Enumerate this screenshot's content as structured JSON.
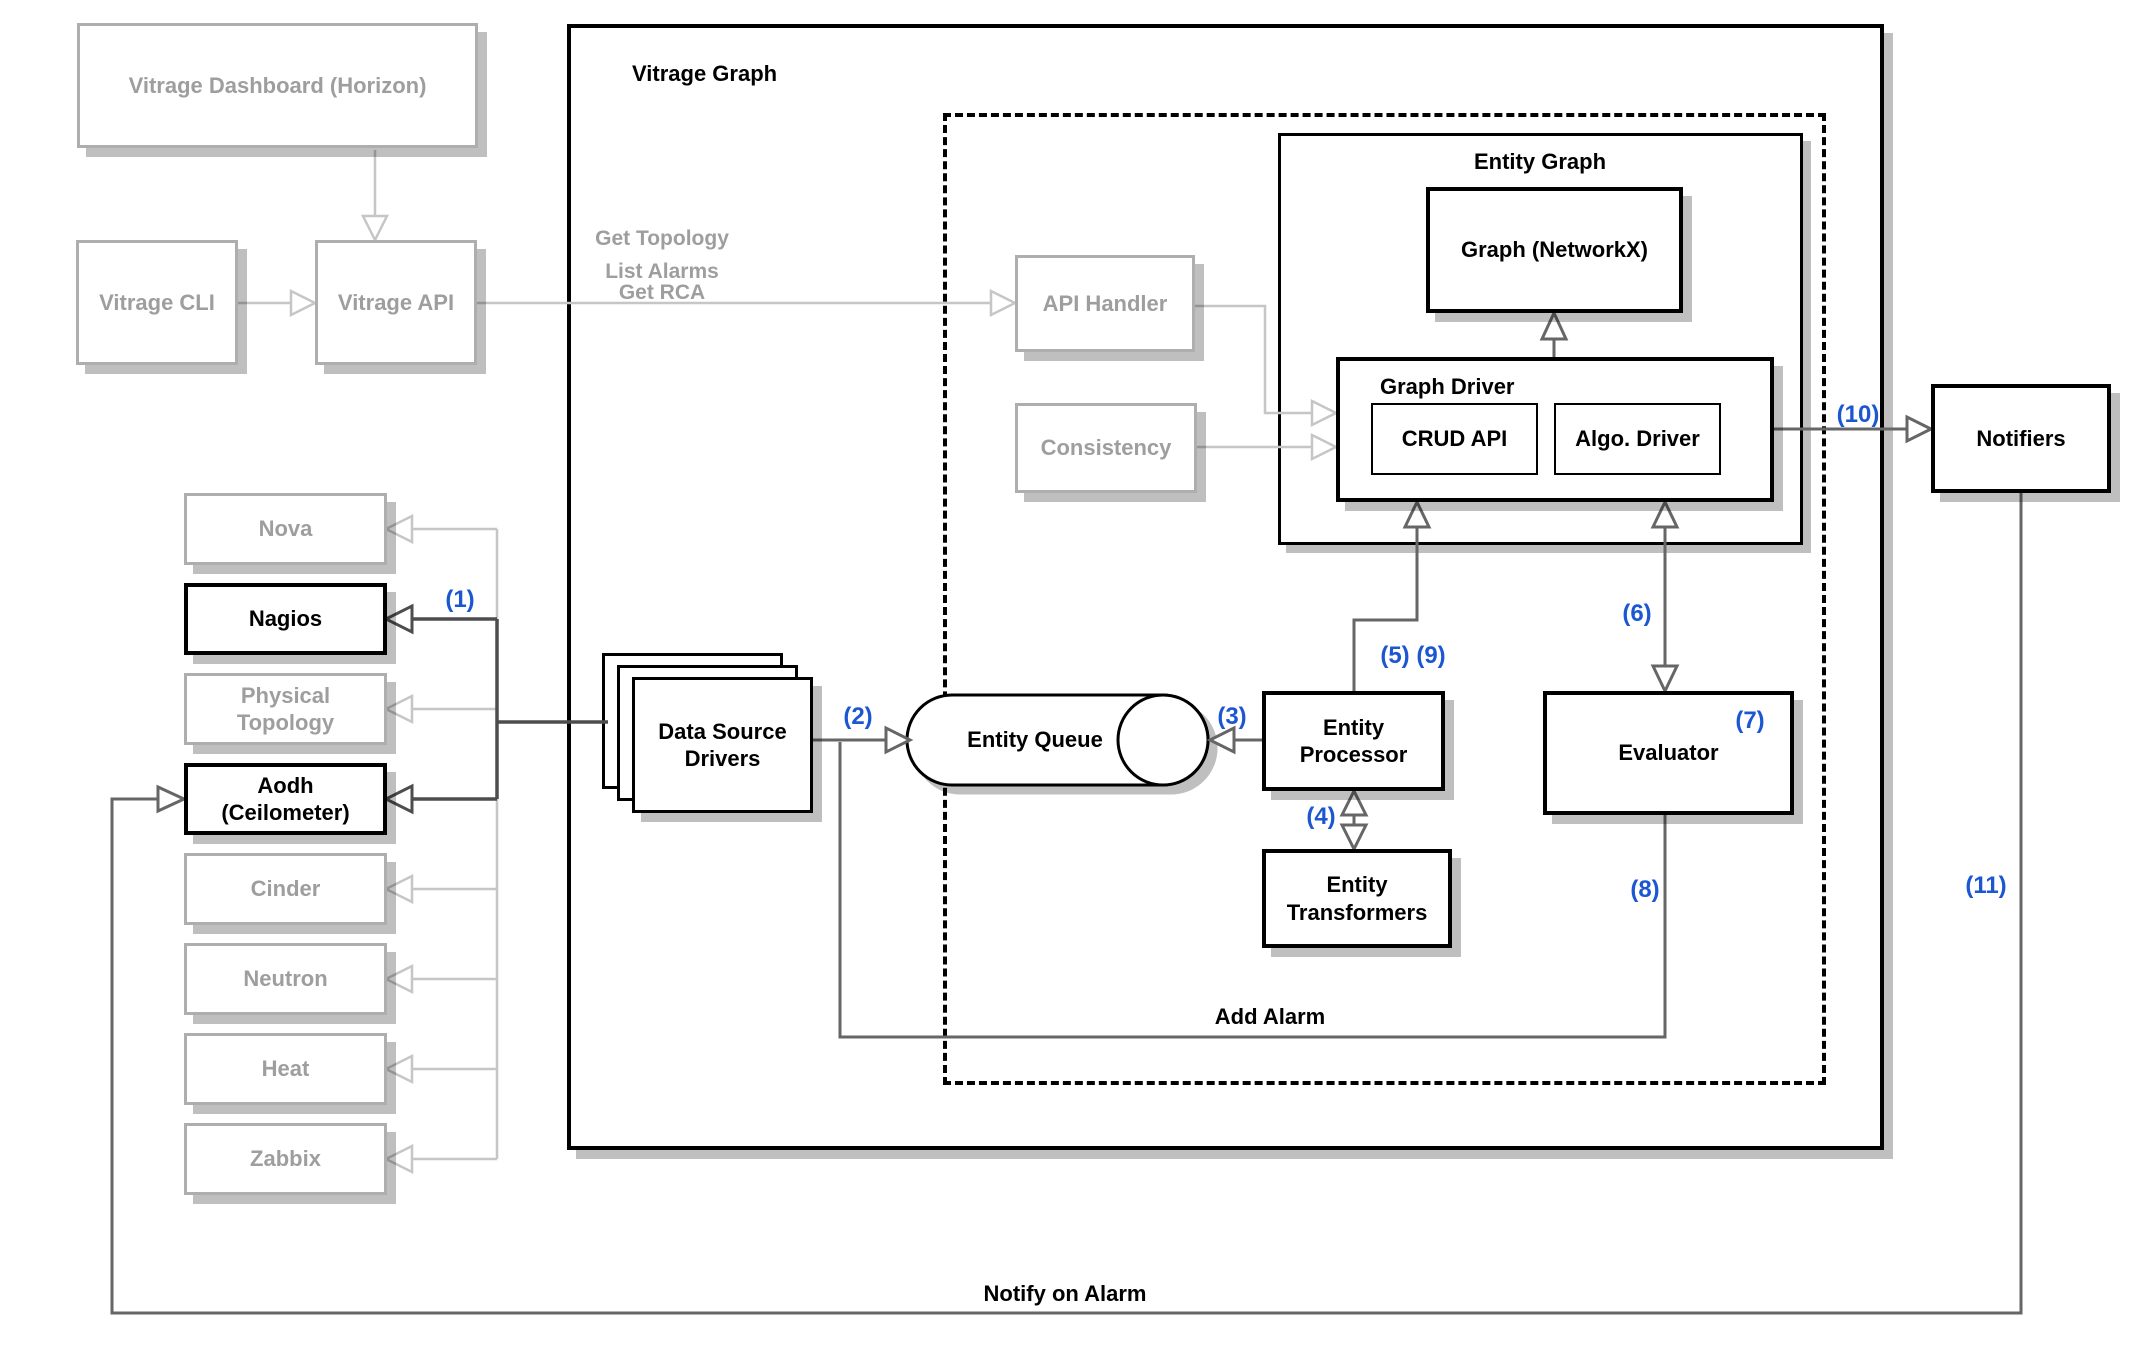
{
  "colors": {
    "accent_blue": "#1c57d2",
    "faded_gray": "#9e9e9e",
    "faded_border": "#aeaeae",
    "line_light": "#c6c6c6",
    "line_dark": "#666666",
    "trunk_dark": "#4d4d4d",
    "box_black": "#000000"
  },
  "frames": {
    "vitrage_graph": "Vitrage Graph",
    "entity_graph": "Entity Graph",
    "graph_driver": "Graph Driver"
  },
  "nodes": {
    "dashboard": "Vitrage Dashboard (Horizon)",
    "cli": "Vitrage CLI",
    "api": "Vitrage API",
    "api_handler": "API Handler",
    "consistency": "Consistency",
    "graph_networkx": "Graph (NetworkX)",
    "crud_api": "CRUD API",
    "algo_driver": "Algo. Driver",
    "notifiers": "Notifiers",
    "data_source_drivers": "Data Source Drivers",
    "entity_queue": "Entity Queue",
    "entity_processor": "Entity Processor",
    "entity_transformers": "Entity Transformers",
    "evaluator": "Evaluator"
  },
  "data_sources": [
    {
      "label": "Nova",
      "highlighted": false
    },
    {
      "label": "Nagios",
      "highlighted": true
    },
    {
      "label": "Physical Topology",
      "highlighted": false
    },
    {
      "label": "Aodh (Ceilometer)",
      "highlighted": true
    },
    {
      "label": "Cinder",
      "highlighted": false
    },
    {
      "label": "Neutron",
      "highlighted": false
    },
    {
      "label": "Heat",
      "highlighted": false
    },
    {
      "label": "Zabbix",
      "highlighted": false
    }
  ],
  "edge_labels": {
    "step1": "(1)",
    "step2": "(2)",
    "step3": "(3)",
    "step4": "(4)",
    "step5_9": "(5) (9)",
    "step6": "(6)",
    "step7": "(7)",
    "step8": "(8)",
    "step10": "(10)",
    "step11": "(11)",
    "get_topology": "Get Topology",
    "list_alarms": "List Alarms",
    "get_rca": "Get RCA",
    "add_alarm": "Add Alarm",
    "notify_on_alarm": "Notify on Alarm"
  }
}
